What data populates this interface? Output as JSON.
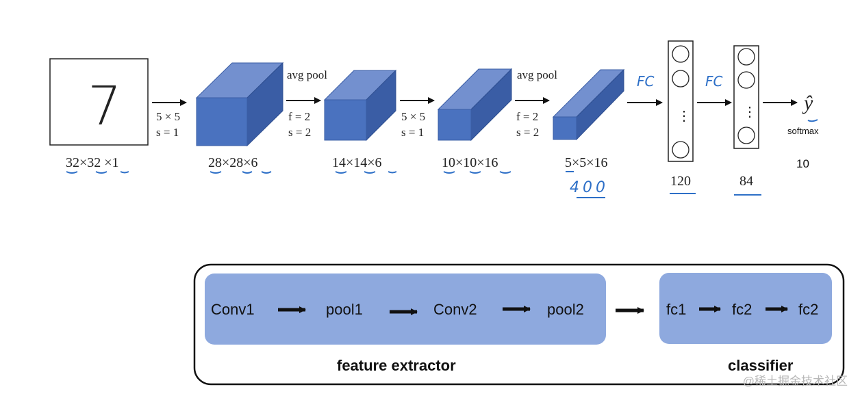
{
  "input_digit": "7",
  "dims": {
    "input": "32×32 ×1",
    "conv1_out": "28×28×6",
    "pool1_out": "14×14×6",
    "conv2_out": "10×10×16",
    "pool2_out": "5×5×16",
    "flatten_handwritten": "400",
    "fc1_size": "120",
    "fc2_size": "84",
    "output_size": "10"
  },
  "ops": {
    "conv1_size": "5 × 5",
    "conv1_stride": "s = 1",
    "pool1_title": "avg pool",
    "pool1_f": "f = 2",
    "pool1_s": "s = 2",
    "conv2_size": "5 × 5",
    "conv2_stride": "s = 1",
    "pool2_title": "avg pool",
    "pool2_f": "f = 2",
    "pool2_s": "s = 2",
    "fc1_handwritten": "FC",
    "fc2_handwritten": "FC",
    "neuron_dots": "⋮",
    "output_symbol": "ŷ",
    "output_activation": "softmax"
  },
  "pipeline": {
    "feature_steps": [
      "Conv1",
      "pool1",
      "Conv2",
      "pool2"
    ],
    "classifier_steps": [
      "fc1",
      "fc2",
      "fc2"
    ],
    "feature_label": "feature extractor",
    "classifier_label": "classifier"
  },
  "watermark": "@稀土掘金技术社区",
  "colors": {
    "block_front": "#4a72bf",
    "block_top": "#7390cf",
    "block_side": "#3a5da5",
    "pill": "#8ea9de",
    "handwriting": "#2d6fc7"
  }
}
